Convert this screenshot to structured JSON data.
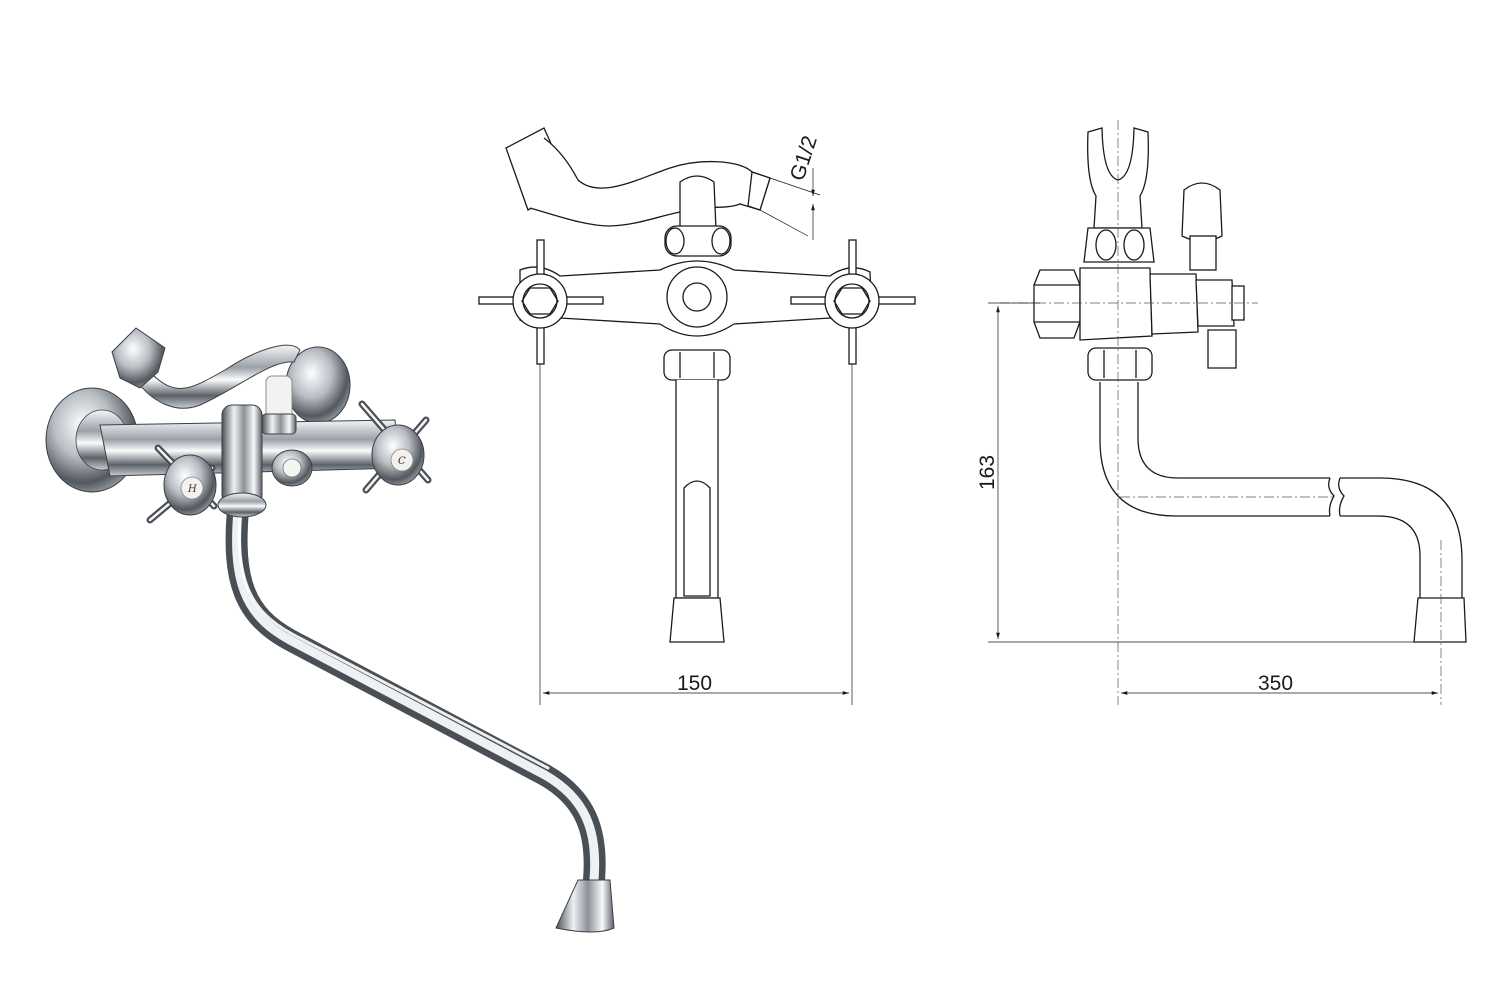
{
  "dimensions": {
    "front_width": "150",
    "side_projection": "350",
    "side_height": "163",
    "connection_thread": "G1/2"
  },
  "handle_labels": {
    "hot": "H",
    "cold": "C"
  },
  "colors": {
    "line": "#1a1a1a",
    "chrome_dark": "#4a4f55",
    "chrome_light": "#e9ecef",
    "background": "#ffffff"
  }
}
